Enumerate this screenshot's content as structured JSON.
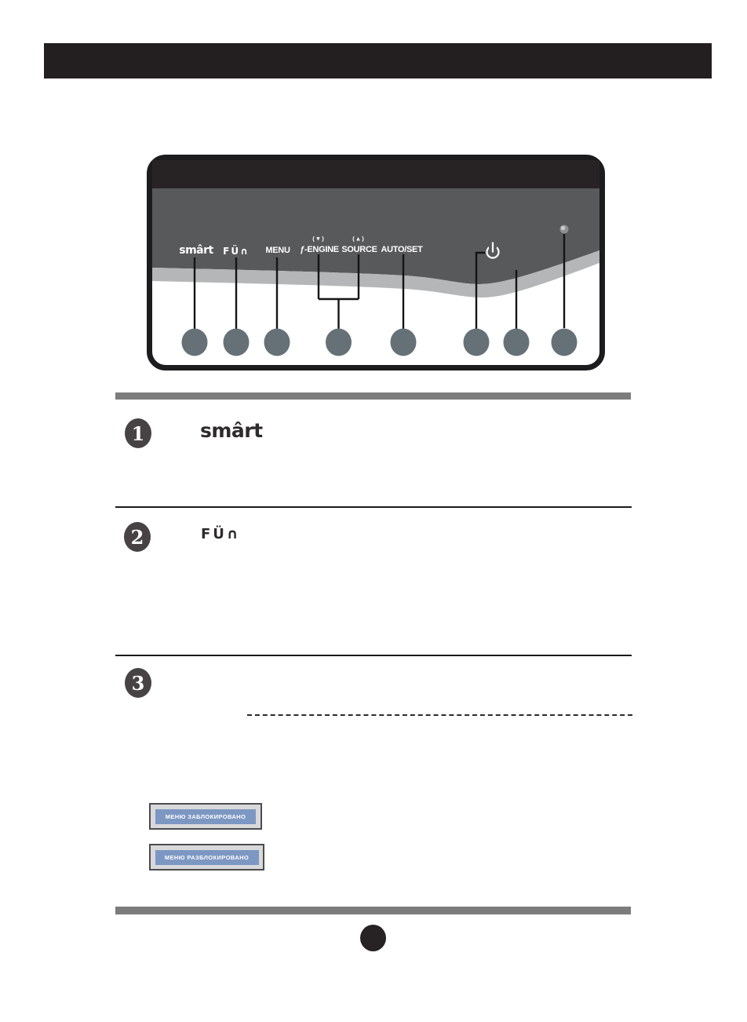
{
  "panel": {
    "name": "monitor-front-control-panel",
    "labels": {
      "smart": "smârt",
      "fun": "FÜ∩",
      "menu": "MENU",
      "down_arrow": "(▼)",
      "f_engine": "ƒ-ENGINE",
      "up_arrow": "(▲)",
      "source": "SOURCE",
      "auto_set": "AUTO/SET"
    },
    "icons": [
      "power-icon",
      "power-led-indicator"
    ],
    "button_dots": 8
  },
  "sections": [
    {
      "number": "1",
      "logo": "smârt"
    },
    {
      "number": "2",
      "logo": "FÜ∩"
    },
    {
      "number": "3",
      "logo": ""
    }
  ],
  "osd_messages": [
    {
      "label": "МЕНЮ ЗАБЛОКИРОВАНО"
    },
    {
      "label": "МЕНЮ РАЗБЛОКИРОВАНО"
    }
  ],
  "colors": {
    "header": "#231F20",
    "panel_dark": "#58595B",
    "panel_strip": "#272325",
    "wave_band": "#B5B6B8",
    "button_dot": "#667077",
    "divider": "#7C7C7C",
    "osd_blue": "#7D97C3"
  }
}
